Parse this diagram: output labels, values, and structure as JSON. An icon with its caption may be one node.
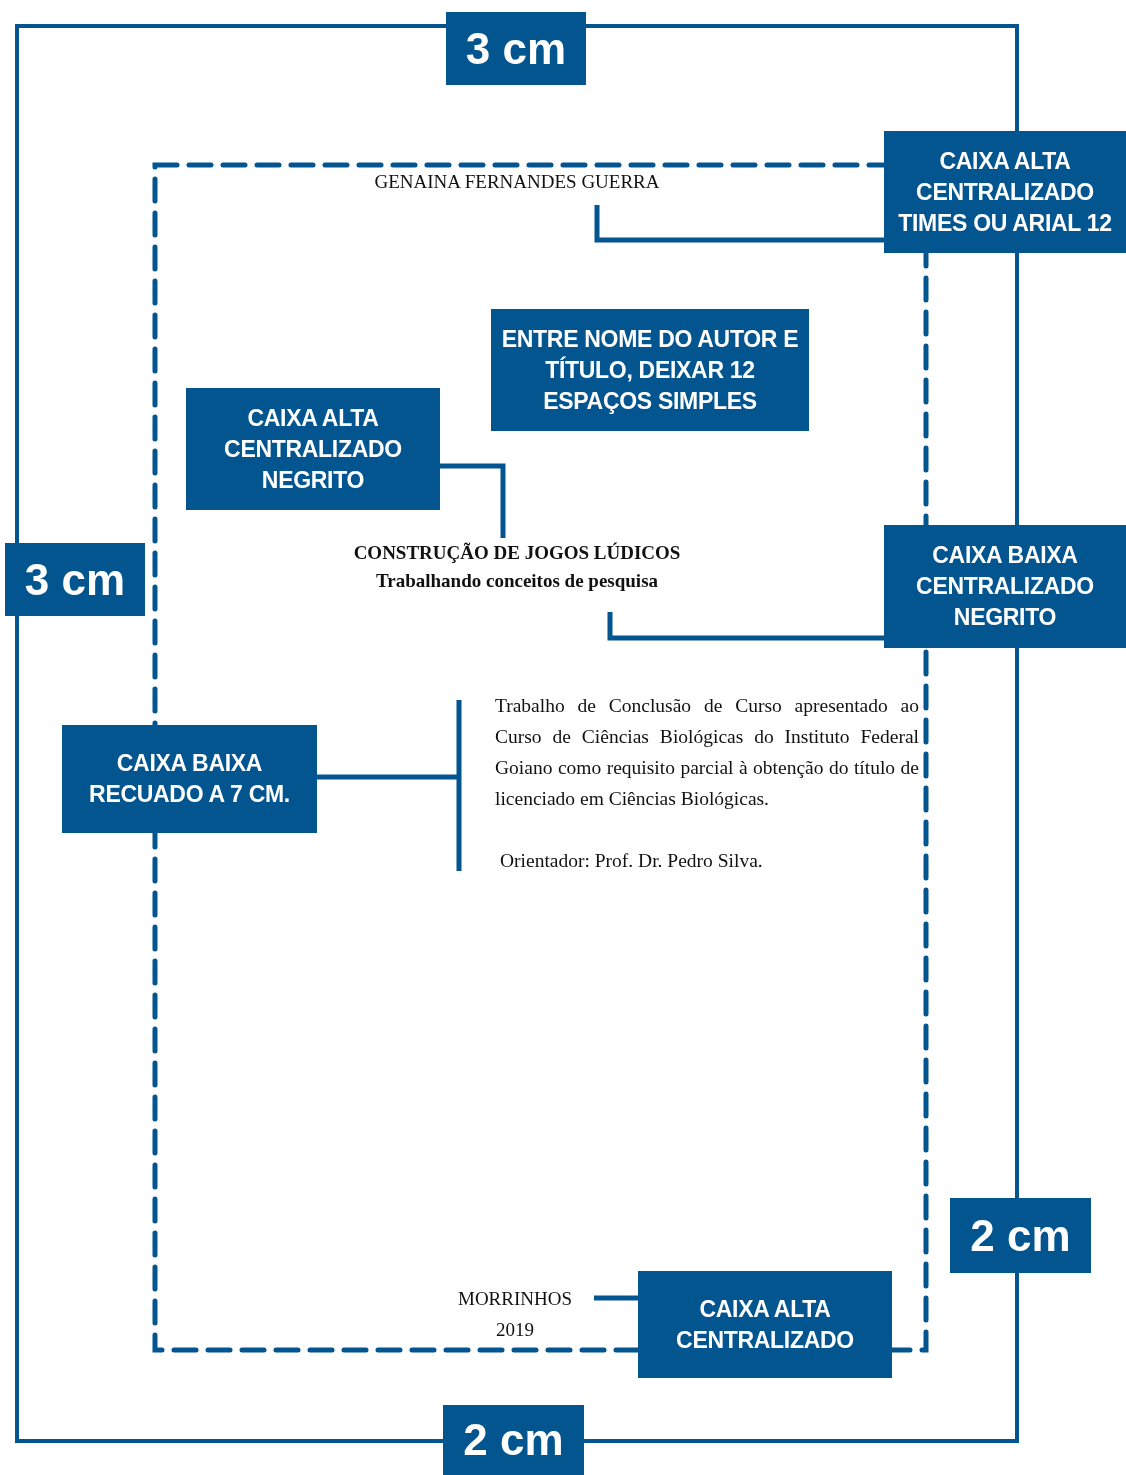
{
  "diagram": {
    "nodes": [
      {
        "text": [
          "3 cm"
        ]
      },
      {
        "text": [
          "CAIXA ALTA CENTRALIZADO TIMES OU ARIAL 12"
        ]
      },
      {
        "text": [
          "GENAINA FERNANDES GUERRA"
        ]
      },
      {
        "text": [
          "ENTRE NOME DO AUTOR E TÍTULO, DEIXAR 12 ESPAÇOS SIMPLES"
        ]
      },
      {
        "text": [
          "CAIXA ALTA CENTRALIZADO NEGRITO"
        ]
      },
      {
        "text": [
          "3 cm"
        ]
      },
      {
        "text": [
          "CONSTRUÇÃO DE JOGOS LÚDICOS"
        ]
      },
      {
        "text": [
          "Trabalhando conceitos de pesquisa"
        ]
      },
      {
        "text": [
          "CAIXA BAIXA CENTRALIZADO NEGRITO"
        ]
      },
      {
        "text": [
          "CAIXA BAIXA RECUADO A 7 CM."
        ]
      },
      {
        "text": [
          "Trabalho de Conclusão de Curso apresentado ao Curso de Ciências Biológicas do Instituto Federal Goiano como requisito parcial à obtenção do título de licenciado em Ciências Biológicas.",
          "Orientador: Prof. Dr. Pedro Silva."
        ]
      },
      {
        "text": [
          "2 cm"
        ]
      },
      {
        "text": [
          "MORRINHOS",
          "2019"
        ]
      },
      {
        "text": [
          "CAIXA ALTA CENTRALIZADO"
        ]
      },
      {
        "text": [
          "2 cm"
        ]
      }
    ],
    "edges": [
      {
        "from": 1,
        "to": 2,
        "arrow": "none"
      },
      {
        "from": 4,
        "to": 6,
        "arrow": "none"
      },
      {
        "from": 8,
        "to": 7,
        "arrow": "none"
      },
      {
        "from": 9,
        "to": 10,
        "arrow": "none"
      },
      {
        "from": 13,
        "to": 12,
        "arrow": "none"
      }
    ]
  }
}
